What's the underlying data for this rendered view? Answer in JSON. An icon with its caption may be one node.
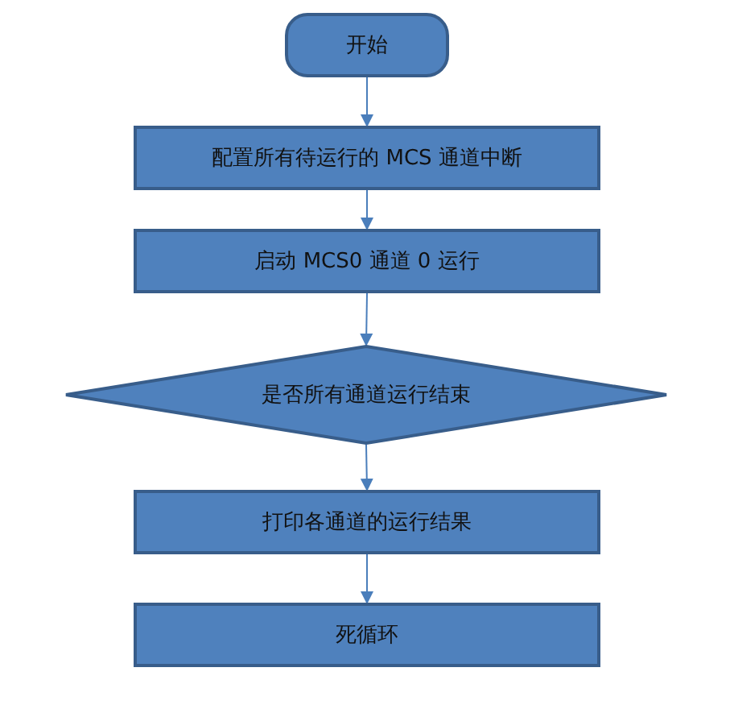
{
  "diagram": {
    "nodes": [
      {
        "text": [
          "开始"
        ]
      },
      {
        "text": [
          "配置所有待运行的 MCS 通道中断"
        ]
      },
      {
        "text": [
          "启动 MCS0 通道 0 运行"
        ]
      },
      {
        "text": [
          "是否所有通道运行结束"
        ]
      },
      {
        "text": [
          "打印各通道的运行结果"
        ]
      },
      {
        "text": [
          "死循环"
        ]
      }
    ],
    "edges": [
      {
        "from": 0,
        "to": 1,
        "arrow": "to"
      },
      {
        "from": 1,
        "to": 2,
        "arrow": "to"
      },
      {
        "from": 2,
        "to": 3,
        "arrow": "to"
      },
      {
        "from": 3,
        "to": 4,
        "arrow": "to"
      },
      {
        "from": 4,
        "to": 5,
        "arrow": "to"
      }
    ]
  }
}
